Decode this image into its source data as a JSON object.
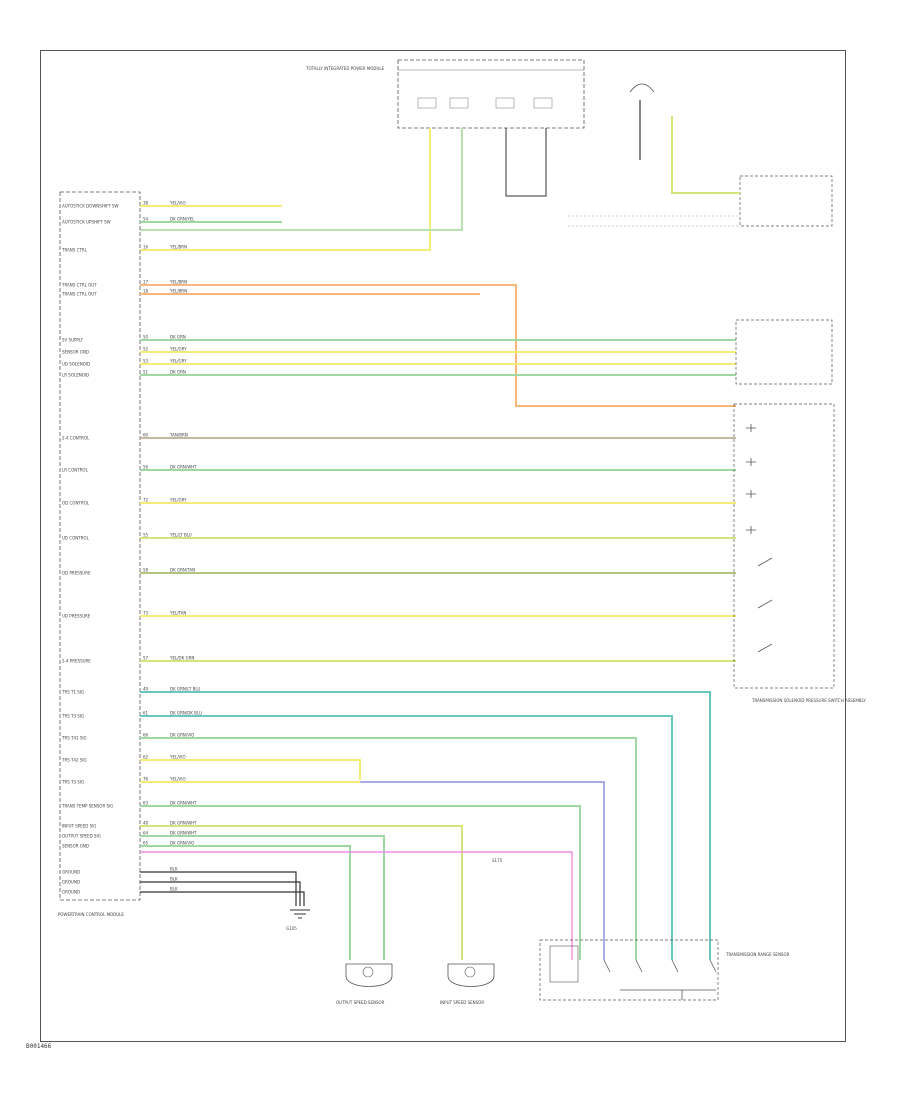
{
  "colors": {
    "yellow": "#f4ec77",
    "yellow_green": "#d6e27a",
    "green": "#9fd8a0",
    "light_green": "#b8e2ad",
    "orange": "#f5b878",
    "tan": "#c5b79d",
    "teal": "#66c7bf",
    "blue": "#8b90e0",
    "pink": "#f08ee0",
    "black": "#333333",
    "frame": "#555555"
  },
  "ref_code": "B001466",
  "components": {
    "pcm_label": "POWERTRAIN CONTROL MODULE",
    "battery_splice": "S175",
    "transmission_range_sensor_label": "TRANSMISSION RANGE SENSOR",
    "transmission_solenoid_pack_label": "TRANSMISSION SOLENOID PRESSURE SWITCH ASSEMBLY",
    "output_speed_sensor_label": "OUTPUT SPEED SENSOR",
    "input_speed_sensor_label": "INPUT SPEED SENSOR",
    "ground_label": "G105",
    "fuse_box_label": "TOTALLY INTEGRATED POWER MODULE"
  },
  "pcm_pins": [
    {
      "label": "AUTOSTICK DOWNSHIFT SW",
      "pin": "38",
      "wire": "YEL/VIO"
    },
    {
      "label": "AUTOSTICK UPSHIFT SW",
      "pin": "54",
      "wire": "DK GRN/YEL"
    },
    {
      "label": "TRANS CTRL",
      "pin": "16",
      "wire": "YEL/BRN"
    },
    {
      "label": "TRANS CTRL OUT",
      "pin": "17",
      "wire": "YEL/BRN"
    },
    {
      "label": "TRANS CTRL OUT",
      "pin": "18",
      "wire": "YEL/BRN"
    },
    {
      "label": "5V SUPPLY",
      "pin": "50",
      "wire": "DK GRN"
    },
    {
      "label": "SENSOR GND",
      "pin": "52",
      "wire": "YEL/GRY"
    },
    {
      "label": "UD SOLENOID",
      "pin": "53",
      "wire": "YEL/GRY"
    },
    {
      "label": "LR SOLENOID",
      "pin": "51",
      "wire": "DK GRN"
    },
    {
      "label": "2-4 CONTROL",
      "pin": "60",
      "wire": "TAN/BRN"
    },
    {
      "label": "LR CONTROL",
      "pin": "56",
      "wire": "DK GRN/WHT"
    },
    {
      "label": "OD CONTROL",
      "pin": "72",
      "wire": "YEL/GRY"
    },
    {
      "label": "UD CONTROL",
      "pin": "55",
      "wire": "YEL/LT BLU"
    },
    {
      "label": "OD PRESSURE",
      "pin": "58",
      "wire": "DK GRN/TAN"
    },
    {
      "label": "UD PRESSURE",
      "pin": "73",
      "wire": "YEL/TAN"
    },
    {
      "label": "2-4 PRESSURE",
      "pin": "57",
      "wire": "YEL/DK GRN"
    },
    {
      "label": "TRS T1 SIG",
      "pin": "49",
      "wire": "DK GRN/LT BLU"
    },
    {
      "label": "TRS T3 SIG",
      "pin": "61",
      "wire": "DK GRN/DK BLU"
    },
    {
      "label": "TRS T41 SIG",
      "pin": "66",
      "wire": "DK GRN/VIO"
    },
    {
      "label": "TRS T42 SIG",
      "pin": "62",
      "wire": "YEL/VIO"
    },
    {
      "label": "TRS T3 SIG",
      "pin": "76",
      "wire": "YEL/VIO"
    },
    {
      "label": "TRANS TEMP SENSOR SIG",
      "pin": "63",
      "wire": "DK GRN/WHT"
    },
    {
      "label": "INPUT SPEED SIG",
      "pin": "48",
      "wire": "DK GRN/WHT"
    },
    {
      "label": "OUTPUT SPEED SIG",
      "pin": "64",
      "wire": "DK GRN/WHT"
    },
    {
      "label": "SENSOR GND",
      "pin": "65",
      "wire": "DK GRN/VIO"
    },
    {
      "label": "GROUND",
      "pin": "",
      "wire": "BLK"
    },
    {
      "label": "GROUND",
      "pin": "",
      "wire": "BLK"
    },
    {
      "label": "GROUND",
      "pin": "",
      "wire": "BLK"
    }
  ]
}
